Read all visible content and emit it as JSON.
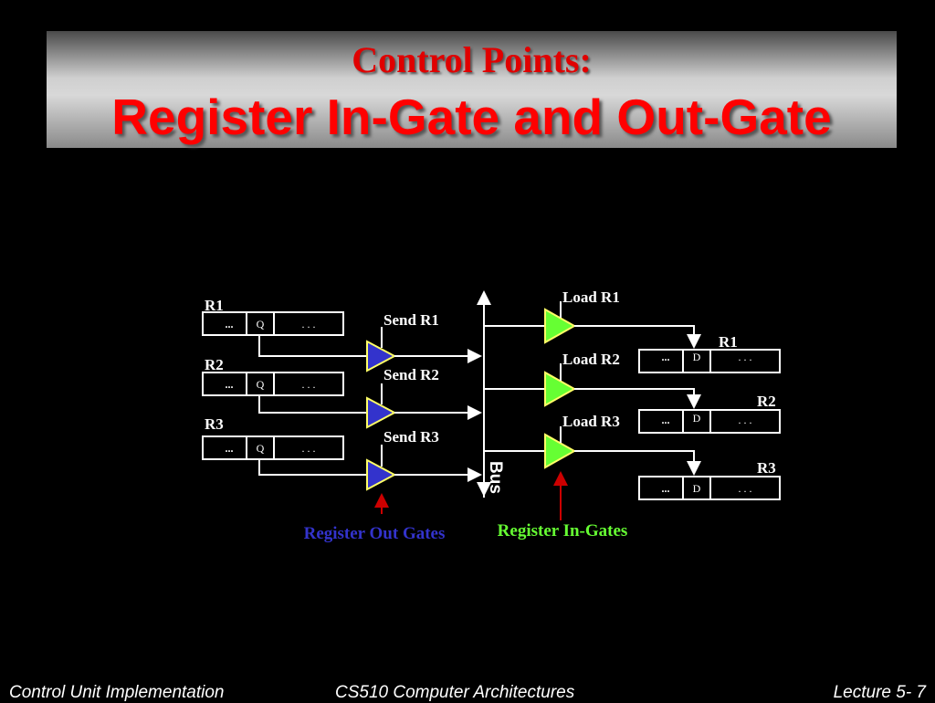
{
  "title": {
    "line1": "Control Points:",
    "line2": "Register In-Gate and Out-Gate"
  },
  "diagram": {
    "source_registers": [
      {
        "label": "R1",
        "cells": [
          "...",
          "Q",
          ". . ."
        ]
      },
      {
        "label": "R2",
        "cells": [
          "...",
          "Q",
          ". . ."
        ]
      },
      {
        "label": "R3",
        "cells": [
          "...",
          "Q",
          ". . ."
        ]
      }
    ],
    "out_gate_labels": [
      "Send R1",
      "Send R2",
      "Send R3"
    ],
    "in_gate_labels": [
      "Load R1",
      "Load R2",
      "Load R3"
    ],
    "dest_registers": [
      {
        "label": "R1",
        "cells": [
          "...",
          "D",
          ". . ."
        ]
      },
      {
        "label": "R2",
        "cells": [
          "...",
          "D",
          ". . ."
        ]
      },
      {
        "label": "R3",
        "cells": [
          "...",
          "D",
          ". . ."
        ]
      }
    ],
    "bus_label": "Bus",
    "out_gates_caption": "Register Out Gates",
    "in_gates_caption": "Register In-Gates",
    "colors": {
      "out_gate": "#3333cc",
      "in_gate": "#66ff33",
      "arrow": "#cc0000"
    }
  },
  "footer": {
    "left": "Control Unit Implementation",
    "center": "CS510 Computer Architectures",
    "right": "Lecture 5- 7"
  }
}
